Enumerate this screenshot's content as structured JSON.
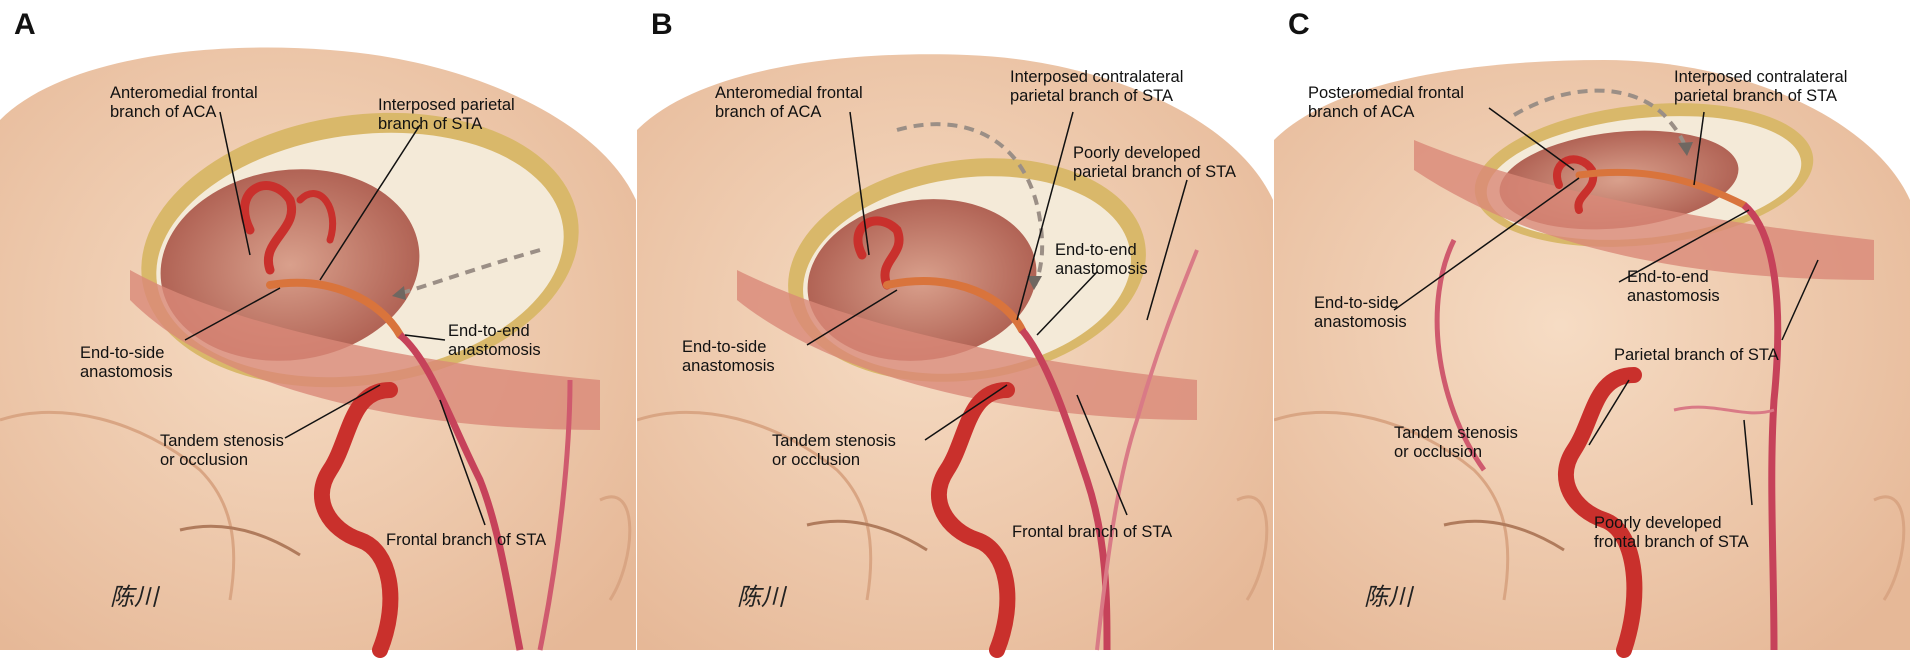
{
  "panels": [
    {
      "letter": "A",
      "labels": {
        "aca": [
          "Anteromedial frontal",
          "branch of ACA"
        ],
        "interposed": [
          "Interposed parietal",
          "branch of STA"
        ],
        "ets": [
          "End-to-side",
          "anastomosis"
        ],
        "ete": [
          "End-to-end",
          "anastomosis"
        ],
        "tandem": [
          "Tandem stenosis",
          "or occlusion"
        ],
        "frontal": [
          "Frontal branch of STA"
        ]
      },
      "signature": "陈川"
    },
    {
      "letter": "B",
      "labels": {
        "aca": [
          "Anteromedial frontal",
          "branch of ACA"
        ],
        "interposed": [
          "Interposed contralateral",
          "parietal branch of STA"
        ],
        "poor": [
          "Poorly developed",
          "parietal branch of STA"
        ],
        "ete": [
          "End-to-end",
          "anastomosis"
        ],
        "ets": [
          "End-to-side",
          "anastomosis"
        ],
        "tandem": [
          "Tandem stenosis",
          "or occlusion"
        ],
        "frontal": [
          "Frontal branch of STA"
        ]
      },
      "signature": "陈川"
    },
    {
      "letter": "C",
      "labels": {
        "aca": [
          "Posteromedial frontal",
          "branch of ACA"
        ],
        "interposed": [
          "Interposed contralateral",
          "parietal branch of STA"
        ],
        "ets": [
          "End-to-side",
          "anastomosis"
        ],
        "ete": [
          "End-to-end",
          "anastomosis"
        ],
        "parietal": [
          "Parietal branch of STA"
        ],
        "tandem": [
          "Tandem stenosis",
          "or occlusion"
        ],
        "poor": [
          "Poorly developed",
          "frontal branch of STA"
        ]
      },
      "signature": "陈川"
    }
  ],
  "colors": {
    "skin": "#f0cdb0",
    "skin_shadow": "#e2b291",
    "bone": "#f7ecd8",
    "bone_rim": "#d9b86a",
    "brain": "#c98a7a",
    "artery": "#c9302c",
    "graft": "#d9743c",
    "vein": "#cf5a6e"
  }
}
